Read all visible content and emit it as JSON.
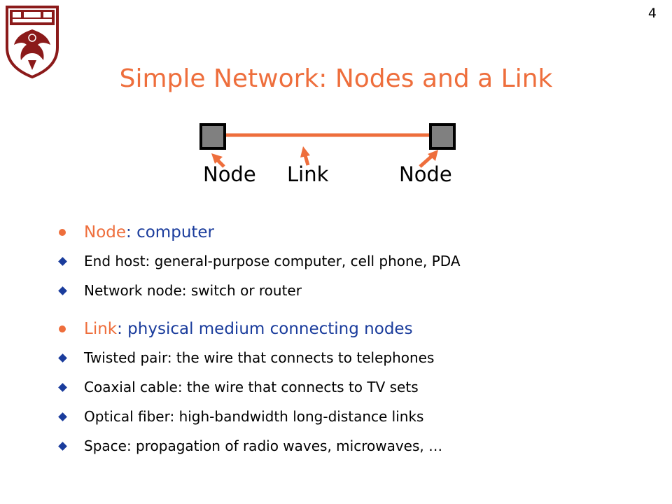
{
  "page_number": "4",
  "title": "Simple Network: Nodes and a Link",
  "diagram": {
    "labels": {
      "node_left": "Node",
      "link": "Link",
      "node_right": "Node"
    },
    "colors": {
      "link": "#ee6e3c",
      "node_fill": "#808080",
      "node_border": "#000000",
      "arrow": "#ee6e3c"
    }
  },
  "bullets": [
    {
      "term": "Node",
      "rest": ": computer",
      "subs": [
        "End host: general-purpose computer, cell phone, PDA",
        "Network node: switch or router"
      ]
    },
    {
      "term": "Link",
      "rest": ": physical medium connecting nodes",
      "subs": [
        "Twisted pair: the wire that connects to telephones",
        "Coaxial cable: the wire that connects to TV sets",
        "Optical fiber: high-bandwidth long-distance links",
        "Space: propagation of radio waves, microwaves, …"
      ]
    }
  ],
  "colors": {
    "accent": "#ee6e3c",
    "bullet_text": "#1a3c9c",
    "seal": "#8b1a1a"
  },
  "icons": {
    "logo": "university-seal-icon"
  }
}
